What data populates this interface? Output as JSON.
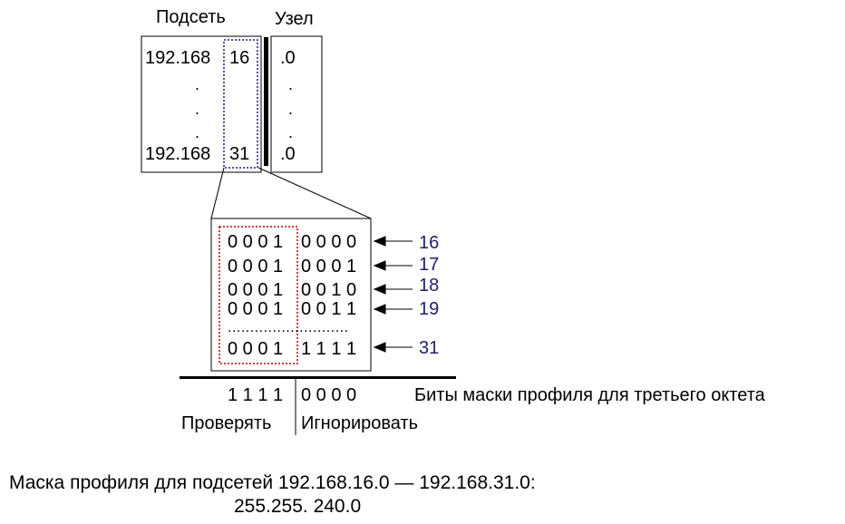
{
  "top": {
    "subnet_header": "Подсеть",
    "host_header": "Узел",
    "first_prefix": "192.168",
    "first_octet": "16",
    "last_prefix": "192.168",
    "last_octet": "31",
    "host_first": ".0",
    "host_last": ".0",
    "ellipsis": "."
  },
  "bits": {
    "rows": [
      {
        "high": "0 0 0 1",
        "low": "0 0 0 0",
        "label": "16"
      },
      {
        "high": "0 0 0 1",
        "low": "0 0 0 1",
        "label": "17"
      },
      {
        "high": "0 0 0 1",
        "low": "0 0 1 0",
        "label": "18"
      },
      {
        "high": "0 0 0 1",
        "low": "0 0 1 1",
        "label": "19"
      },
      {
        "high": "0 0 0 1",
        "low": "1 1 1 1",
        "label": "31"
      }
    ],
    "dotted_row": "..........................."
  },
  "mask": {
    "high": "1 1 1 1",
    "low": "0 0 0 0",
    "caption": "Биты маски профиля для третьего октета",
    "check_label": "Проверять",
    "ignore_label": "Игнорировать"
  },
  "footer": {
    "line1": "Маска профиля для подсетей 192.168.16.0 — 192.168.31.0:",
    "line2": "255.255. 240.0"
  },
  "colors": {
    "blue_dotted": "#1a1a8c",
    "red_dotted": "#c00000",
    "label_blue": "#1f1f6e"
  }
}
